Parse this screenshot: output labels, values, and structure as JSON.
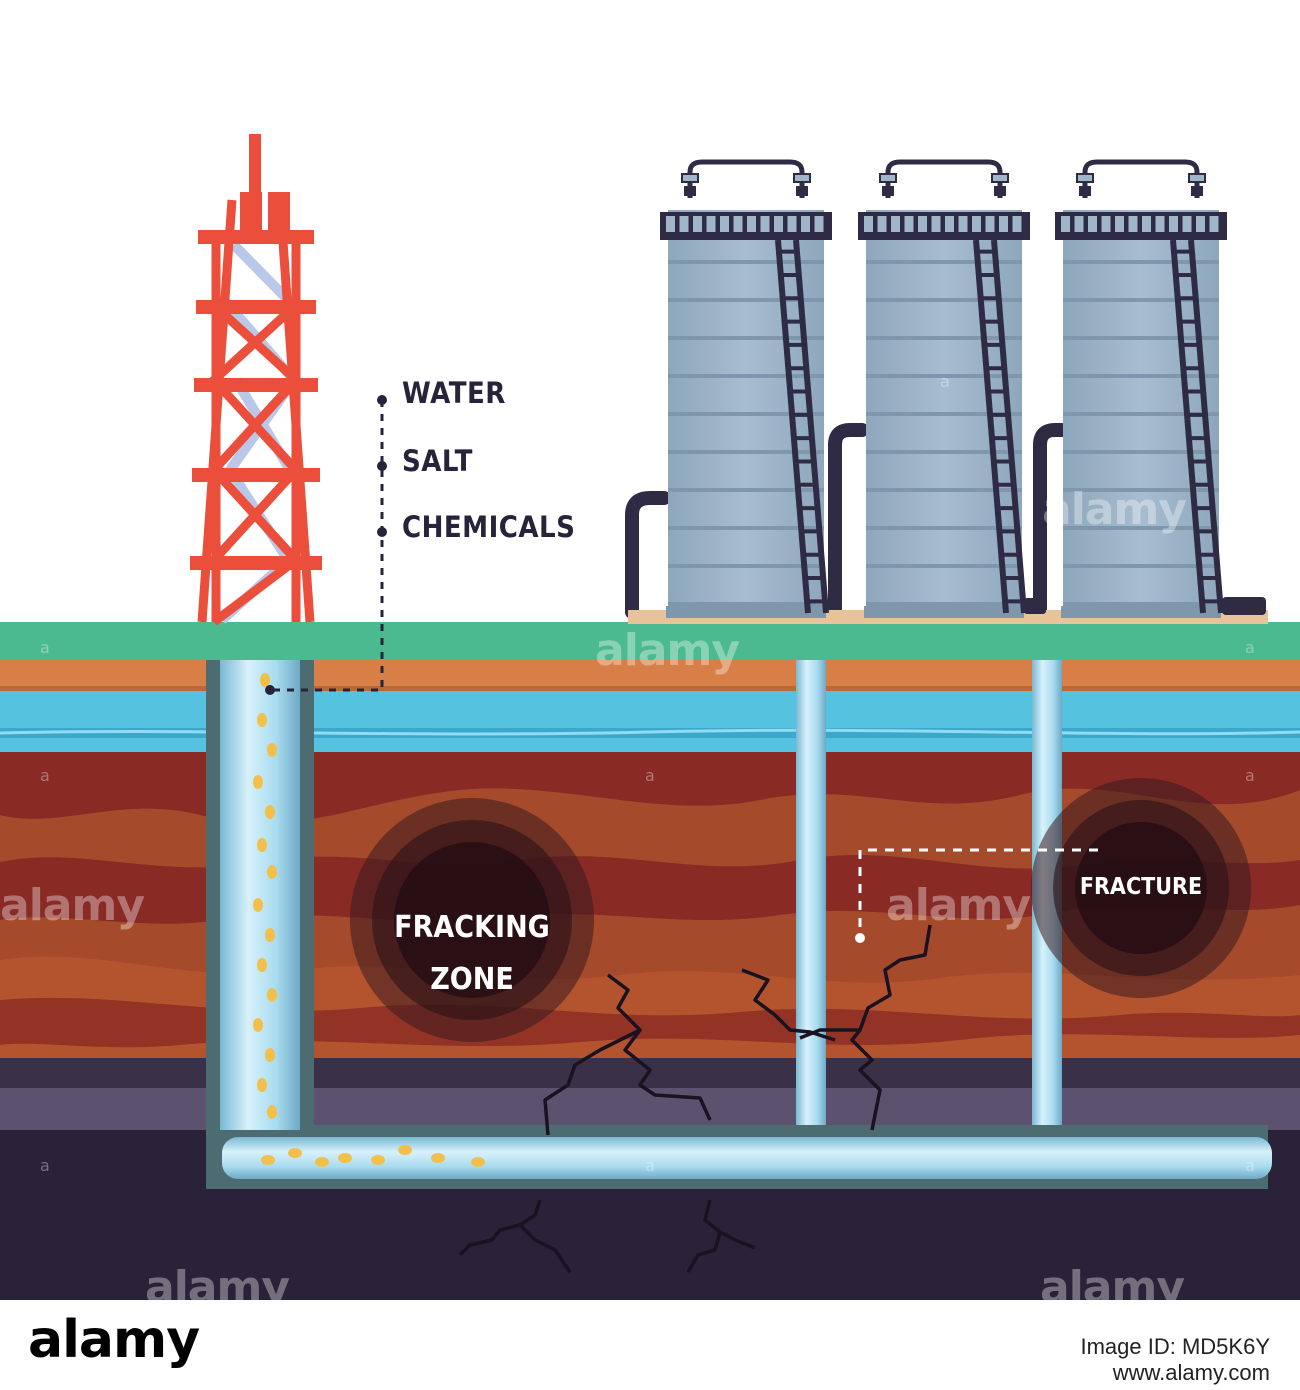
{
  "legend": {
    "items": [
      {
        "label": "WATER"
      },
      {
        "label": "SALT"
      },
      {
        "label": "CHEMICALS"
      }
    ]
  },
  "callouts": {
    "fracking_zone": [
      "FRACKING",
      "ZONE"
    ],
    "fracture": "FRACTURE"
  },
  "watermark": {
    "text": "alamy",
    "small": "a",
    "brand": "alamy",
    "stock_line1": "Image ID: MD5K6Y",
    "stock_line2": "www.alamy.com"
  },
  "colors": {
    "grass": "#4cba8f",
    "topsoil": "#d87f47",
    "aquifer": "#55c3e0",
    "rock_dark": "#892a24",
    "rock_mid": "#a64a2c",
    "rock_light": "#b4542f",
    "bedrock_band": "#5d5170",
    "deep_rock": "#2a2238",
    "derrick_red": "#ec4e3c",
    "derrick_blue": "#b9c7e8",
    "tank_body": "#9fb6c9",
    "tank_dark": "#2f2b45",
    "pipe_light": "#a7d8ee",
    "pipe_frame": "#4c6c72",
    "fluid_beads": "#f2c04a"
  }
}
